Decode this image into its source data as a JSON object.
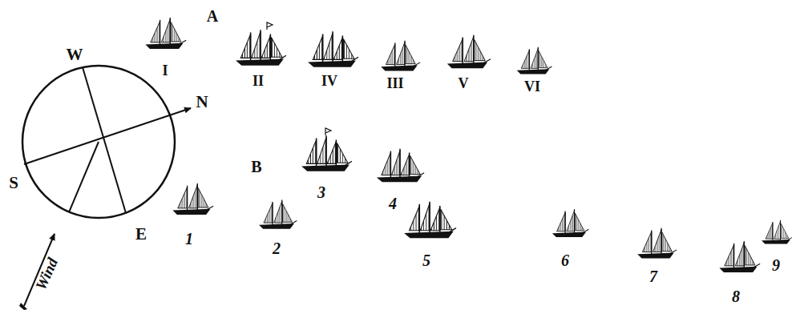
{
  "diagram": {
    "labels": [
      "A",
      "W",
      "I",
      "II",
      "IV",
      "III",
      "V",
      "VI",
      "N",
      "B",
      "3",
      "4",
      "S",
      "1",
      "E",
      "2",
      "5",
      "6",
      "7",
      "8",
      "9",
      "Wind"
    ]
  }
}
